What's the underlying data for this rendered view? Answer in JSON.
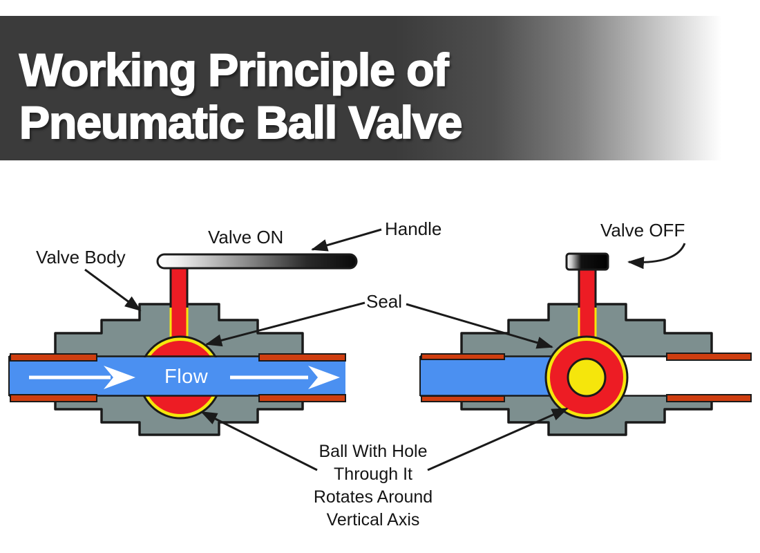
{
  "header": {
    "title_line1": "Working Principle of",
    "title_line2": "Pneumatic Ball Valve"
  },
  "labels": {
    "valve_body": "Valve Body",
    "valve_on": "Valve ON",
    "handle": "Handle",
    "seal": "Seal",
    "valve_off": "Valve OFF",
    "flow": "Flow",
    "ball_note_line1": "Ball With Hole",
    "ball_note_line2": "Through It",
    "ball_note_line3": "Rotates Around",
    "ball_note_line4": "Vertical Axis"
  },
  "colors": {
    "banner_dark": "#3b3b3b",
    "body_gray": "#7d8f8f",
    "fluid_blue": "#4b90f1",
    "ball_red": "#ed1c24",
    "seal_yellow": "#f5e60c",
    "pipe_wall_red": "#cf3e10",
    "outline": "#1a1a1a",
    "white": "#ffffff"
  }
}
